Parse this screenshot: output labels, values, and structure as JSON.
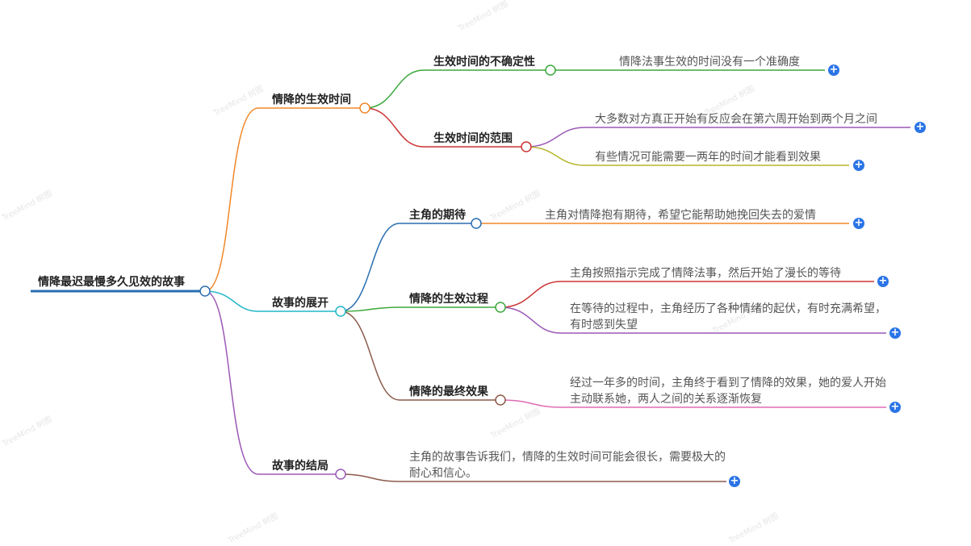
{
  "mindmap": {
    "root": {
      "label": "情降最迟最慢多久见效的故事"
    },
    "branches": [
      {
        "label": "情降的生效时间",
        "color": "#f0882a",
        "children": [
          {
            "label": "生效时间的不确定性",
            "color": "#3aa83a",
            "leaves": [
              {
                "text": "情降法事生效的时间没有一个准确度",
                "color": "#3aa83a"
              }
            ]
          },
          {
            "label": "生效时间的范围",
            "color": "#cc3333",
            "leaves": [
              {
                "text": "大多数对方真正开始有反应会在第六周开始到两个月之间",
                "color": "#9b59b6"
              },
              {
                "text": "有些情况可能需要一两年的时间才能看到效果",
                "color": "#b5b52a"
              }
            ]
          }
        ]
      },
      {
        "label": "故事的展开",
        "color": "#22b6c8",
        "children": [
          {
            "label": "主角的期待",
            "color": "#2a6fb0",
            "leaves": [
              {
                "text": "主角对情降抱有期待，希望它能帮助她挽回失去的爱情",
                "color": "#f0882a"
              }
            ]
          },
          {
            "label": "情降的生效过程",
            "color": "#3aa83a",
            "leaves": [
              {
                "text": "主角按照指示完成了情降法事，然后开始了漫长的等待",
                "color": "#cc3333"
              },
              {
                "text": "在等待的过程中，主角经历了各种情绪的起伏，有时充满希望，有时感到失望",
                "color": "#9b59b6"
              }
            ]
          },
          {
            "label": "情降的最终效果",
            "color": "#8b5a4a",
            "leaves": [
              {
                "text": "经过一年多的时间，主角终于看到了情降的效果，她的爱人开始主动联系她，两人之间的关系逐渐恢复",
                "color": "#e06bb5"
              }
            ]
          }
        ]
      },
      {
        "label": "故事的结局",
        "color": "#9b59b6",
        "leaves": [
          {
            "text": "主角的故事告诉我们，情降的生效时间可能会很长，需要极大的耐心和信心。",
            "color": "#8b5a4a"
          }
        ]
      }
    ],
    "root_color": "#2a6fb0",
    "add_icon_color": "#2a74e6",
    "add_symbol": "+",
    "watermark": "TreeMind 树图"
  }
}
